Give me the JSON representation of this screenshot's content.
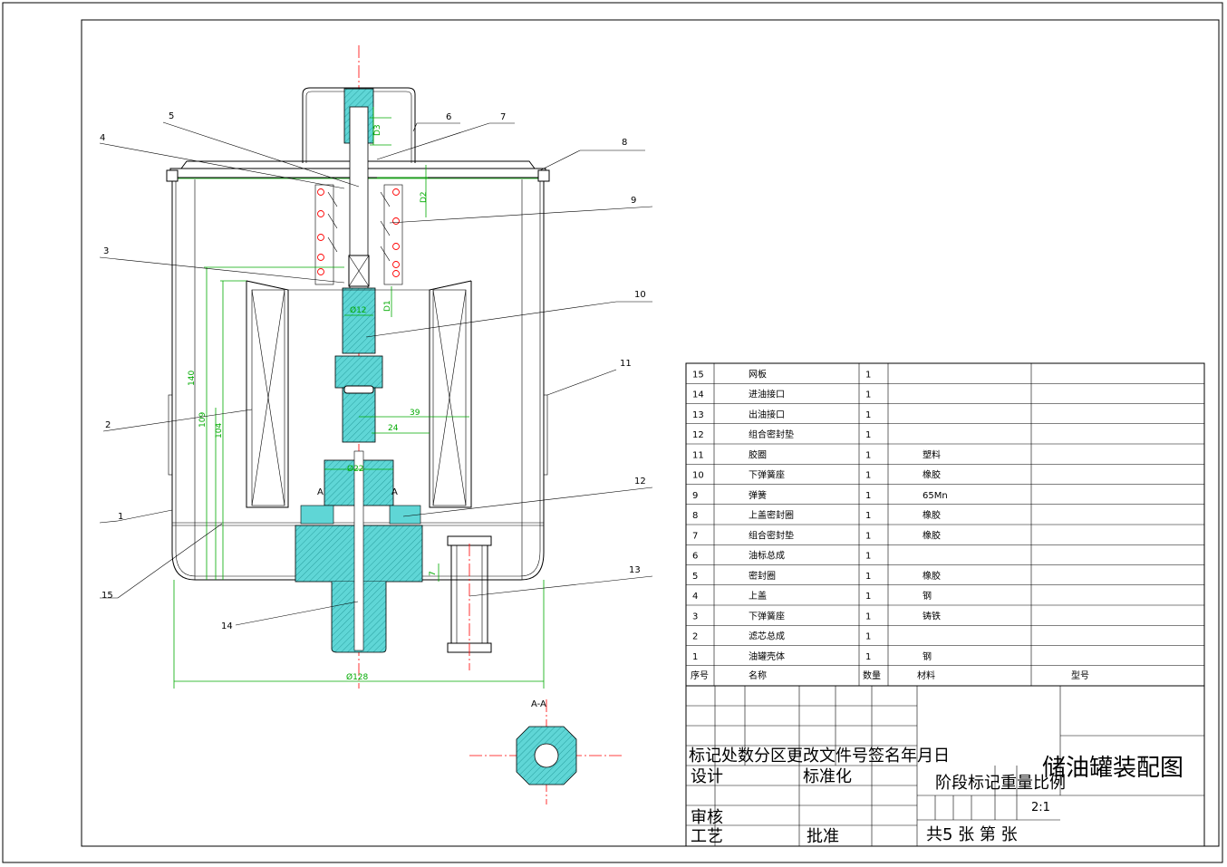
{
  "drawing": {
    "title": "储油罐装配图",
    "section_label": "A-A",
    "section_mark": "A",
    "colors": {
      "hatch": "#5fd6d6",
      "centerline": "#ff0000",
      "dimension": "#00aa00",
      "outline": "#000000"
    }
  },
  "balloons": [
    "1",
    "2",
    "3",
    "4",
    "5",
    "6",
    "7",
    "8",
    "9",
    "10",
    "11",
    "12",
    "13",
    "14",
    "15"
  ],
  "dimensions": {
    "d3": "D3",
    "d2": "D2",
    "d1": "D1",
    "phi12": "Ø12",
    "phi22": "Ø22",
    "phi128": "Ø128",
    "h140": "140",
    "h109": "109",
    "h104": "104",
    "w39": "39",
    "w24": "24",
    "h7": "7"
  },
  "bom": {
    "rows": [
      {
        "no": "15",
        "name": "网板",
        "qty": "1",
        "material": ""
      },
      {
        "no": "14",
        "name": "进油接口",
        "qty": "1",
        "material": ""
      },
      {
        "no": "13",
        "name": "出油接口",
        "qty": "1",
        "material": ""
      },
      {
        "no": "12",
        "name": "组合密封垫",
        "qty": "1",
        "material": ""
      },
      {
        "no": "11",
        "name": "胶圈",
        "qty": "1",
        "material": "塑料"
      },
      {
        "no": "10",
        "name": "下弹簧座",
        "qty": "1",
        "material": "橡胶"
      },
      {
        "no": "9",
        "name": "弹簧",
        "qty": "1",
        "material": "65Mn"
      },
      {
        "no": "8",
        "name": "上盖密封圈",
        "qty": "1",
        "material": "橡胶"
      },
      {
        "no": "7",
        "name": "组合密封垫",
        "qty": "1",
        "material": "橡胶"
      },
      {
        "no": "6",
        "name": "油标总成",
        "qty": "1",
        "material": ""
      },
      {
        "no": "5",
        "name": "密封圈",
        "qty": "1",
        "material": "橡胶"
      },
      {
        "no": "4",
        "name": "上盖",
        "qty": "1",
        "material": "钢"
      },
      {
        "no": "3",
        "name": "下弹簧座",
        "qty": "1",
        "material": "铸铁"
      },
      {
        "no": "2",
        "name": "滤芯总成",
        "qty": "1",
        "material": ""
      },
      {
        "no": "1",
        "name": "油罐壳体",
        "qty": "1",
        "material": "钢"
      }
    ],
    "header": {
      "no": "序号",
      "name": "名称",
      "qty": "数量",
      "material": "材料",
      "model": "型号"
    }
  },
  "title_block": {
    "mark_row": "标记处数分区更改文件号签名年月日",
    "design": "设计",
    "standardize": "标准化",
    "stage": "阶段标记重量比例",
    "scale": "2:1",
    "review": "审核",
    "process": "工艺",
    "approve": "批准",
    "sheets": "共5  张  第  张"
  }
}
